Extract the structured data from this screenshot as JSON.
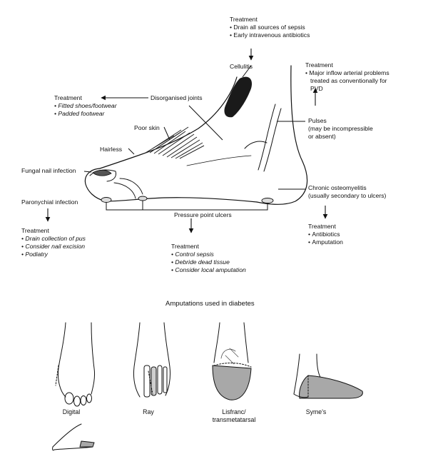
{
  "treatment_word": "Treatment",
  "cellulitis": {
    "label": "Cellulitis",
    "treatment": [
      "Drain all sources of sepsis",
      "Early intravenous antibiotics"
    ]
  },
  "pvd": {
    "treatment": [
      "Major inflow arterial problems",
      "treated as conventionally for",
      "PVD"
    ]
  },
  "disorganised_joints": {
    "label": "Disorganised joints",
    "treatment": [
      "Fitted shoes/footwear",
      "Padded footwear"
    ]
  },
  "poor_skin": "Poor skin",
  "hairless": "Hairless",
  "pulses": {
    "label": "Pulses",
    "note": [
      "(may be incompressible",
      "or absent)"
    ]
  },
  "fungal_nail": "Fungal nail infection",
  "paronychial": {
    "label": "Paronychial infection",
    "treatment": [
      "Drain collection of pus",
      "Consider nail excision",
      "Podiatry"
    ]
  },
  "osteomyelitis": {
    "label": [
      "Chronic osteomyelitis",
      "(usually secondary to ulcers)"
    ],
    "treatment": [
      "Antibiotics",
      "Amputation"
    ]
  },
  "pressure_ulcers": {
    "label": "Pressure point ulcers",
    "treatment": [
      "Control sepsis",
      "Debride dead tissue",
      "Consider local amputation"
    ]
  },
  "amputations": {
    "title": "Amputations used in diabetes",
    "captions": [
      "Digital",
      "Ray",
      "Lisfranc/",
      "transmetatarsal",
      "Syme's"
    ]
  },
  "colors": {
    "ink": "#111111",
    "shade": "#a8a8a8",
    "dark": "#1a1a1a"
  }
}
